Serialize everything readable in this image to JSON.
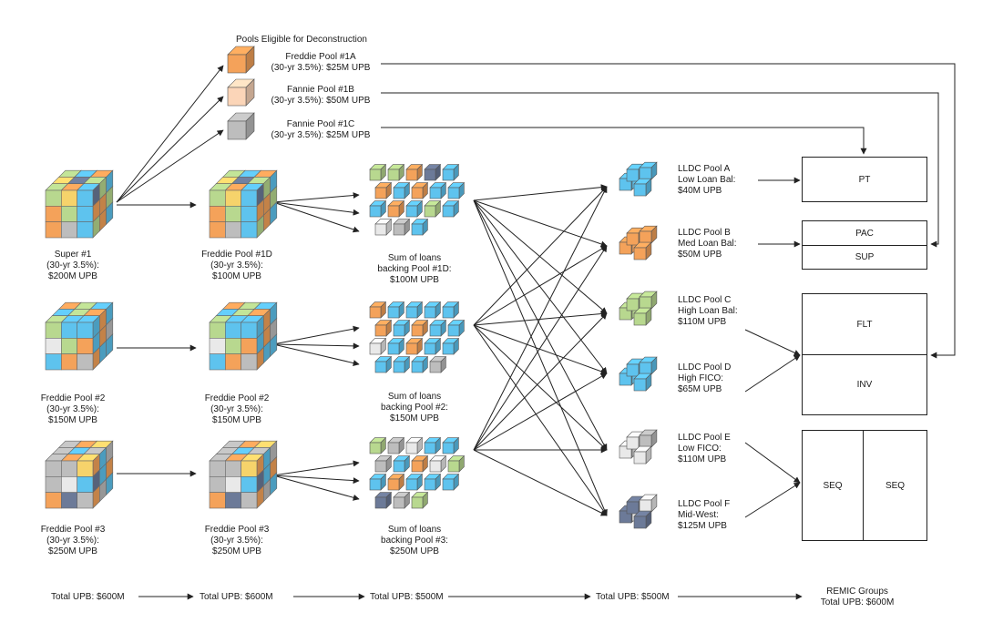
{
  "colors": {
    "orange": "#f4a25a",
    "peach": "#fbd5b8",
    "gray": "#bdbdbd",
    "light_gray": "#e9e9e9",
    "green": "#b8d88f",
    "blue": "#5ec3ee",
    "navy": "#6c7a98",
    "yellow": "#f6d36b",
    "line": "#222222"
  },
  "eligible": {
    "title": "Pools Eligible for Deconstruction",
    "pools": [
      {
        "name": "Freddie Pool #1A",
        "detail": "(30-yr 3.5%): $25M UPB",
        "color": "orange"
      },
      {
        "name": "Fannie Pool #1B",
        "detail": "(30-yr 3.5%): $50M UPB",
        "color": "peach"
      },
      {
        "name": "Fannie Pool #1C",
        "detail": "(30-yr 3.5%): $25M UPB",
        "color": "gray"
      }
    ]
  },
  "supers": [
    {
      "line1": "Super #1",
      "line2": "(30-yr 3.5%):",
      "line3": "$200M UPB"
    },
    {
      "line1": "Freddie Pool #2",
      "line2": "(30-yr 3.5%):",
      "line3": "$150M UPB"
    },
    {
      "line1": "Freddie Pool #3",
      "line2": "(30-yr 3.5%):",
      "line3": "$250M UPB"
    }
  ],
  "pools": [
    {
      "line1": "Freddie Pool #1D",
      "line2": "(30-yr 3.5%):",
      "line3": "$100M UPB"
    },
    {
      "line1": "Freddie Pool #2",
      "line2": "(30-yr 3.5%):",
      "line3": "$150M UPB"
    },
    {
      "line1": "Freddie Pool #3",
      "line2": "(30-yr 3.5%):",
      "line3": "$250M UPB"
    }
  ],
  "loans": [
    {
      "line1": "Sum of loans",
      "line2": "backing Pool #1D:",
      "line3": "$100M UPB"
    },
    {
      "line1": "Sum of loans",
      "line2": "backing Pool #2:",
      "line3": "$150M UPB"
    },
    {
      "line1": "Sum of loans",
      "line2": "backing Pool #3:",
      "line3": "$250M UPB"
    }
  ],
  "lldc": [
    {
      "line1": "LLDC Pool A",
      "line2": "Low Loan Bal:",
      "line3": "$40M UPB",
      "palette": [
        "blue"
      ]
    },
    {
      "line1": "LLDC Pool B",
      "line2": "Med Loan Bal:",
      "line3": "$50M UPB",
      "palette": [
        "orange"
      ]
    },
    {
      "line1": "LLDC Pool C",
      "line2": "High Loan Bal:",
      "line3": "$110M UPB",
      "palette": [
        "green"
      ]
    },
    {
      "line1": "LLDC Pool D",
      "line2": "High FICO:",
      "line3": "$65M UPB",
      "palette": [
        "blue"
      ]
    },
    {
      "line1": "LLDC Pool E",
      "line2": "Low FICO:",
      "line3": "$110M UPB",
      "palette": [
        "light_gray",
        "gray"
      ]
    },
    {
      "line1": "LLDC Pool F",
      "line2": "Mid-West:",
      "line3": "$125M UPB",
      "palette": [
        "navy",
        "light_gray"
      ]
    }
  ],
  "remic": {
    "pt": "PT",
    "pac": "PAC",
    "sup": "SUP",
    "flt": "FLT",
    "inv": "INV",
    "seq_left": "SEQ",
    "seq_right": "SEQ"
  },
  "totals": {
    "t1": "Total UPB: $600M",
    "t2": "Total UPB: $600M",
    "t3": "Total UPB: $500M",
    "t4": "Total UPB: $500M",
    "t5_line1": "REMIC Groups",
    "t5_line2": "Total UPB: $600M"
  }
}
